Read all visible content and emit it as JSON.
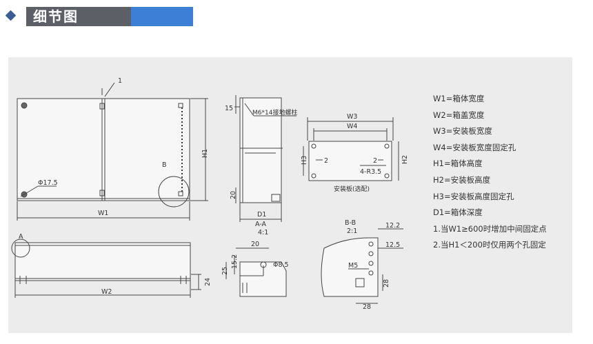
{
  "header": {
    "title": "细节图"
  },
  "legend": [
    "W1=箱体宽度",
    "W2=箱盖宽度",
    "W3=安装板宽度",
    "W4=安装板宽度固定孔",
    "H1=箱体高度",
    "H2=安装板高度",
    "H3=安装板高度固定孔",
    "D1=箱体深度",
    "1.当W1≥600时增加中间固定点",
    "2.当H1＜200时仅用两个孔固定"
  ],
  "labels": {
    "one": "1",
    "w1": "W1",
    "h1": "H1",
    "b": "B",
    "phi175": "Φ17.5",
    "a": "A",
    "w2": "W2",
    "d24": "24",
    "d15": "15",
    "m6": "M6*14接地螺柱",
    "d20a": "20",
    "d1": "D1",
    "aa": "A-A",
    "aa_scale": "4:1",
    "w3": "W3",
    "w4": "W4",
    "h3": "H3",
    "h2": "H2",
    "two_l": "2",
    "two_r": "2",
    "r35": "4-R3.5",
    "plate": "安装板(选配)",
    "d20b": "20",
    "d25": "25",
    "d152": "15.2",
    "phi85": "Φ8.5",
    "bb": "B-B",
    "bb_scale": "2:1",
    "d122": "12.2",
    "d125": "12.5",
    "m5": "M5",
    "d28v": "28",
    "d28h": "28"
  }
}
